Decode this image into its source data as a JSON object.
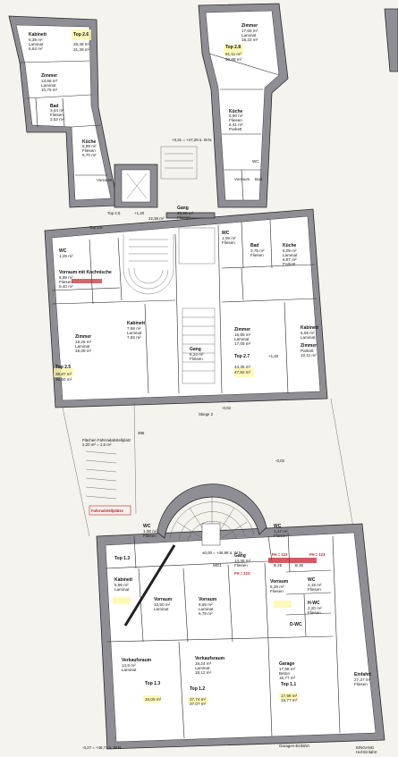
{
  "upper_floor": {
    "rooms": [
      {
        "key": "kab1",
        "name": "Kabinett",
        "area": "6,39 m²",
        "floor": "Laminat",
        "area2": "6,63 m²"
      },
      {
        "key": "top26_a",
        "name": "Top 2.6",
        "area": "28,48 m²",
        "floor": "",
        "area2": "31,39 m²"
      },
      {
        "key": "zim1",
        "name": "Zimmer",
        "area": "13,68 m²",
        "floor": "Laminat",
        "area2": "10,79 m²"
      },
      {
        "key": "bad1",
        "name": "Bad",
        "area": "3,44 m²",
        "floor": "Fliesen",
        "area2": "3,52 m²"
      },
      {
        "key": "kue1",
        "name": "Küche",
        "area": "5,89 m²",
        "floor": "Fliesen",
        "area2": "6,70 m²"
      },
      {
        "key": "vor1",
        "name": "Vorraum",
        "area": "",
        "floor": "",
        "area2": ""
      },
      {
        "key": "zim2",
        "name": "Zimmer",
        "area": "17,69 m²",
        "floor": "Laminat",
        "area2": "18,32 m²"
      },
      {
        "key": "top28",
        "name": "Top 2.8",
        "area": "51,11 m²",
        "floor": "",
        "area2": "50,88 m²"
      },
      {
        "key": "kue2",
        "name": "Küche",
        "area": "5,90 m²",
        "floor": "Fliesen",
        "area2": "6,41 m²"
      },
      {
        "key": "parkett1",
        "name": "Parkett",
        "area": "",
        "floor": "",
        "area2": ""
      },
      {
        "key": "vor2",
        "name": "Vorraum",
        "area": "",
        "floor": "",
        "area2": ""
      },
      {
        "key": "bad2",
        "name": "Bad",
        "area": "",
        "floor": "",
        "area2": ""
      },
      {
        "key": "wc1",
        "name": "WC",
        "area": "",
        "floor": "",
        "area2": ""
      },
      {
        "key": "gang1",
        "name": "Gang",
        "area": "20,90 m²",
        "floor": "Fliesen",
        "area2": ""
      },
      {
        "key": "vor3",
        "name": "Vorraum mit Kochnische",
        "area": "8,99 m²",
        "floor": "Fliesen",
        "area2": "9,40 m²"
      },
      {
        "key": "wc2",
        "name": "WC",
        "area": "1,29 m²",
        "floor": "",
        "area2": ""
      },
      {
        "key": "wc3",
        "name": "WC",
        "area": "1,09 m²",
        "floor": "Fliesen",
        "area2": ""
      },
      {
        "key": "bad3",
        "name": "Bad",
        "area": "3,75 m²",
        "floor": "Fliesen",
        "area2": ""
      },
      {
        "key": "kue3",
        "name": "Küche",
        "area": "6,09 m²",
        "floor": "Laminat",
        "area2": "6,87 m²"
      },
      {
        "key": "parkett2",
        "name": "Parkett",
        "area": "",
        "floor": "",
        "area2": ""
      },
      {
        "key": "zim3",
        "name": "Zimmer",
        "area": "19,26 m²",
        "floor": "Laminat",
        "area2": "19,09 m²"
      },
      {
        "key": "top25",
        "name": "Top 2.5",
        "area": "36,87 m²",
        "floor": "",
        "area2": "36,60 m²"
      },
      {
        "key": "kab2",
        "name": "Kabinett",
        "area": "7,69 m²",
        "floor": "Laminat",
        "area2": "7,82 m²"
      },
      {
        "key": "gang2",
        "name": "Gang",
        "area": "6,24 m²",
        "floor": "Fliesen",
        "area2": ""
      },
      {
        "key": "zim4",
        "name": "Zimmer",
        "area": "16,88 m²",
        "floor": "Laminat",
        "area2": "17,05 m²"
      },
      {
        "key": "top27",
        "name": "Top 2.7",
        "area": "44,35 m²",
        "floor": "",
        "area2": "47,82 m²"
      },
      {
        "key": "kab3",
        "name": "Kabinett",
        "area": "5,05 m²",
        "floor": "Laminat",
        "area2": ""
      },
      {
        "key": "zim5",
        "name": "Zimmer",
        "area": "10,11 m²",
        "floor": "Parkett",
        "area2": ""
      }
    ],
    "levels": [
      {
        "key": "lvl1",
        "text": "+0,31 = +47,29 ü. W.N."
      },
      {
        "key": "lvl2",
        "text": "+1,40"
      },
      {
        "key": "lvl3",
        "text": "22,38 m²"
      },
      {
        "key": "lvl4",
        "text": "+1,40"
      },
      {
        "key": "lvl5",
        "text": "Stiege 2"
      },
      {
        "key": "lvl6",
        "text": "-0,02"
      },
      {
        "key": "lvl7",
        "text": "Top 2.5"
      },
      {
        "key": "lvl8",
        "text": "Top 2.9"
      }
    ]
  },
  "courtyard": {
    "notes": [
      {
        "key": "n1",
        "text": "Flächen Fahrradabstellplatz"
      },
      {
        "key": "n2",
        "text": "2,20 m² = 1,5 m²"
      },
      {
        "key": "n3",
        "text": "-0,02"
      },
      {
        "key": "n4",
        "text": "Fahrradstellplätze"
      },
      {
        "key": "n5",
        "text": "385"
      }
    ]
  },
  "ground_floor": {
    "rooms": [
      {
        "key": "gang3",
        "name": "Gang",
        "area": "14,48 m²",
        "floor": "Fliesen"
      },
      {
        "key": "wc4",
        "name": "WC",
        "area": "1,00 m²",
        "floor": "Fliesen"
      },
      {
        "key": "wc5",
        "name": "WC",
        "area": "1,17 m²",
        "floor": "Fliesen"
      },
      {
        "key": "top13",
        "name": "Top 1.3",
        "area": "",
        "floor": ""
      },
      {
        "key": "kab4",
        "name": "Kabinett",
        "area": "6,96 m²",
        "floor": "Laminat"
      },
      {
        "key": "vor4",
        "name": "Vorraum",
        "area": "10,50 m²",
        "floor": "Laminat"
      },
      {
        "key": "vor5",
        "name": "Vorraum",
        "area": "6,65 m²",
        "floor": "Laminat",
        "area2": "6,79 m²"
      },
      {
        "key": "vor6",
        "name": "Vorraum",
        "area": "6,28 m²",
        "floor": "Fliesen"
      },
      {
        "key": "wc6",
        "name": "WC",
        "area": "1,19 m²",
        "floor": "Fliesen"
      },
      {
        "key": "hwc",
        "name": "H-WC",
        "area": "2,20 m²",
        "floor": "Fliesen"
      },
      {
        "key": "dwc",
        "name": "D-WC",
        "area": "",
        "floor": ""
      },
      {
        "key": "verk1",
        "name": "Verkaufsraum",
        "area": "14,8 m²",
        "floor": "Laminat"
      },
      {
        "key": "verk2",
        "name": "Verkaufsraum",
        "area": "19,24 m²",
        "floor": "Laminat",
        "area2": "18,12 m²"
      },
      {
        "key": "gar",
        "name": "Garage",
        "area": "17,98 m²",
        "floor": "Beton",
        "area2": "15,77 m²"
      },
      {
        "key": "einf",
        "name": "Einfahrt",
        "area": "27,27 m²",
        "floor": "Fliesen"
      },
      {
        "key": "top12a",
        "name": "Top 1.3",
        "area": "34,05 m²",
        "floor": ""
      },
      {
        "key": "top12",
        "name": "Top 1.2",
        "area": "37,74 m²",
        "floor": "",
        "area2": "37,07 m²"
      },
      {
        "key": "top11",
        "name": "Top 1.1",
        "area": "17,98 m²",
        "floor": "",
        "area2": "15,77 m²"
      }
    ],
    "levels": [
      {
        "key": "g1",
        "text": "±0,00 = +46,98 ü. W.N."
      },
      {
        "key": "g2",
        "text": "-0,27 = +46,71 ü. W.N."
      },
      {
        "key": "g3",
        "text": "Garagen-Einfahrt"
      },
      {
        "key": "g4",
        "text": "EINGANG"
      },
      {
        "key": "g5",
        "text": "Hof-Einfahrt"
      },
      {
        "key": "g6",
        "text": "FH = 123"
      },
      {
        "key": "g7",
        "text": "B 30"
      },
      {
        "key": "g8",
        "text": "B 25"
      },
      {
        "key": "g9",
        "text": "FH = 123"
      },
      {
        "key": "g10",
        "text": "WD1"
      },
      {
        "key": "g11",
        "text": "FH = 123"
      }
    ]
  },
  "colors": {
    "wall": "#8e8e94",
    "paper": "#f4f3ee",
    "highlight": "#fff7a8",
    "red": "#c0262c"
  }
}
